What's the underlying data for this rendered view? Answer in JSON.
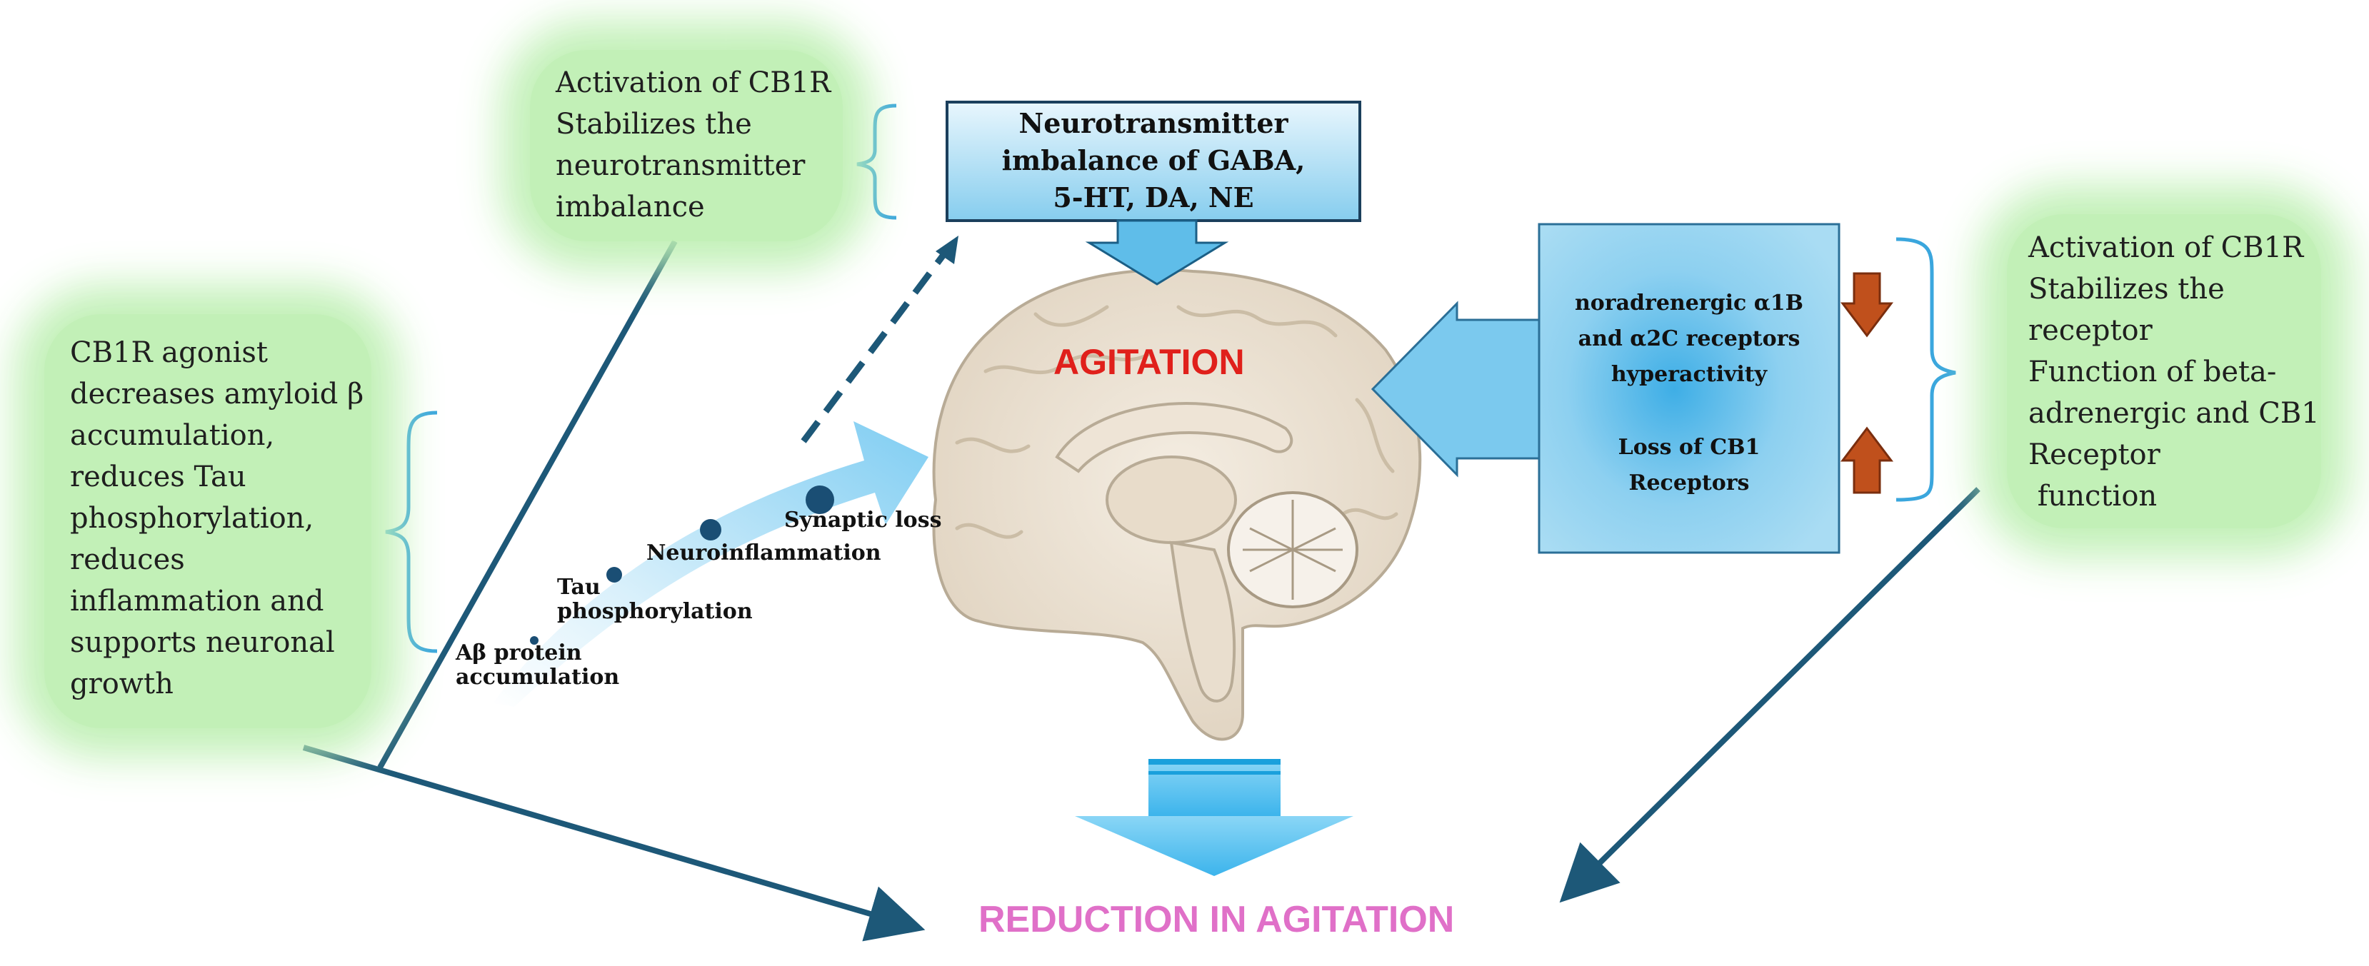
{
  "neurotransmitter_box": {
    "text": "Neurotransmitter\nimbalance of GABA,\n5-HT, DA, NE"
  },
  "agitation_label": "AGITATION",
  "reduction_label": "REDUCTION IN AGITATION",
  "receptor_box": {
    "line1": "noradrenergic α1B\nand α2C receptors\nhyperactivity",
    "line2": "Loss of CB1\nReceptors"
  },
  "left_top_note": "Activation of CB1R\nStabilizes the\nneurotransmitter\nimbalance",
  "left_note": "CB1R agonist\ndecreases amyloid β\naccumulation,\nreduces Tau\nphosphorylation,\nreduces\ninflammation and\nsupports neuronal\ngrowth",
  "right_note": "Activation of CB1R\nStabilizes the\nreceptor\nFunction of beta-\nadrenergic and CB1\nReceptor\n function",
  "progression": {
    "stages": [
      "Aβ protein\naccumulation",
      "Tau\nphosphorylation",
      "Neuroinflammation",
      "Synaptic loss"
    ]
  },
  "colors": {
    "agitation": "#e0201b",
    "reduction": "#e070c8",
    "box_fill": "#8fd0ee",
    "arrow_blue": "#3fb7ea",
    "dark_line": "#1d5878",
    "highlight_green": "#bff0b4",
    "updown_arrow": "#c0501c"
  }
}
